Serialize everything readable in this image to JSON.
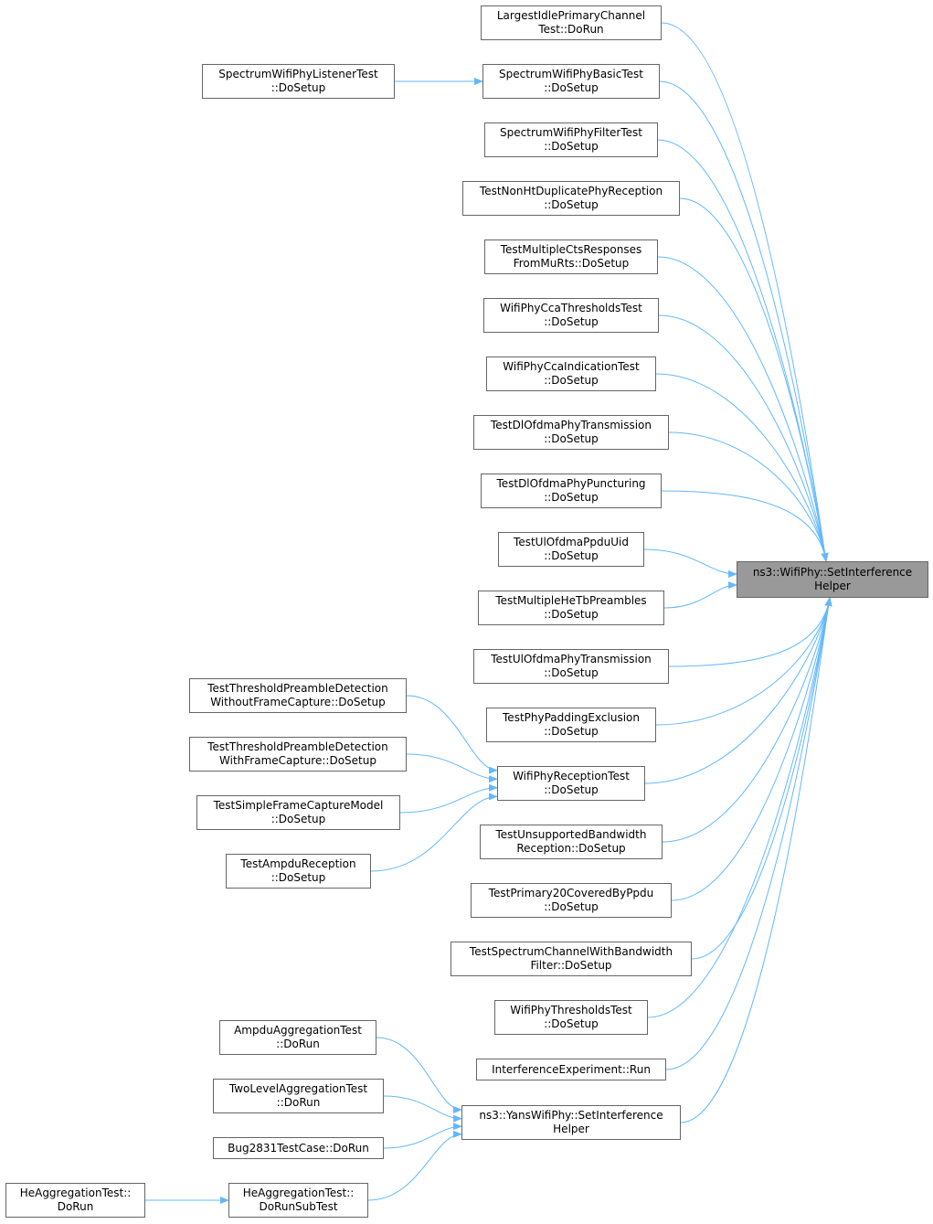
{
  "colors": {
    "edge": "#63b8ff",
    "node_border": "#666666",
    "root_fill": "#999999"
  },
  "nodes": [
    {
      "id": "root",
      "lines": [
        "ns3::WifiPhy::SetInterference",
        "Helper"
      ],
      "root": true
    },
    {
      "id": "n1",
      "lines": [
        "LargestIdlePrimaryChannel",
        "Test::DoRun"
      ]
    },
    {
      "id": "n2",
      "lines": [
        "SpectrumWifiPhyBasicTest",
        "::DoSetup"
      ]
    },
    {
      "id": "n3",
      "lines": [
        "SpectrumWifiPhyListenerTest",
        "::DoSetup"
      ]
    },
    {
      "id": "n4",
      "lines": [
        "SpectrumWifiPhyFilterTest",
        "::DoSetup"
      ]
    },
    {
      "id": "n5",
      "lines": [
        "TestNonHtDuplicatePhyReception",
        "::DoSetup"
      ]
    },
    {
      "id": "n6",
      "lines": [
        "TestMultipleCtsResponses",
        "FromMuRts::DoSetup"
      ]
    },
    {
      "id": "n7",
      "lines": [
        "WifiPhyCcaThresholdsTest",
        "::DoSetup"
      ]
    },
    {
      "id": "n8",
      "lines": [
        "WifiPhyCcaIndicationTest",
        "::DoSetup"
      ]
    },
    {
      "id": "n9",
      "lines": [
        "TestDlOfdmaPhyTransmission",
        "::DoSetup"
      ]
    },
    {
      "id": "n10",
      "lines": [
        "TestDlOfdmaPhyPuncturing",
        "::DoSetup"
      ]
    },
    {
      "id": "n11",
      "lines": [
        "TestUlOfdmaPpduUid",
        "::DoSetup"
      ]
    },
    {
      "id": "n12",
      "lines": [
        "TestMultipleHeTbPreambles",
        "::DoSetup"
      ]
    },
    {
      "id": "n13",
      "lines": [
        "TestUlOfdmaPhyTransmission",
        "::DoSetup"
      ]
    },
    {
      "id": "n14",
      "lines": [
        "TestPhyPaddingExclusion",
        "::DoSetup"
      ]
    },
    {
      "id": "n15",
      "lines": [
        "WifiPhyReceptionTest",
        "::DoSetup"
      ]
    },
    {
      "id": "n16",
      "lines": [
        "TestThresholdPreambleDetection",
        "WithoutFrameCapture::DoSetup"
      ]
    },
    {
      "id": "n17",
      "lines": [
        "TestThresholdPreambleDetection",
        "WithFrameCapture::DoSetup"
      ]
    },
    {
      "id": "n18",
      "lines": [
        "TestSimpleFrameCaptureModel",
        "::DoSetup"
      ]
    },
    {
      "id": "n19",
      "lines": [
        "TestAmpduReception",
        "::DoSetup"
      ]
    },
    {
      "id": "n20",
      "lines": [
        "TestUnsupportedBandwidth",
        "Reception::DoSetup"
      ]
    },
    {
      "id": "n21",
      "lines": [
        "TestPrimary20CoveredByPpdu",
        "::DoSetup"
      ]
    },
    {
      "id": "n22",
      "lines": [
        "TestSpectrumChannelWithBandwidth",
        "Filter::DoSetup"
      ]
    },
    {
      "id": "n23",
      "lines": [
        "WifiPhyThresholdsTest",
        "::DoSetup"
      ]
    },
    {
      "id": "n24",
      "lines": [
        "InterferenceExperiment::Run"
      ]
    },
    {
      "id": "n25",
      "lines": [
        "ns3::YansWifiPhy::SetInterference",
        "Helper"
      ]
    },
    {
      "id": "n26",
      "lines": [
        "AmpduAggregationTest",
        "::DoRun"
      ]
    },
    {
      "id": "n27",
      "lines": [
        "TwoLevelAggregationTest",
        "::DoRun"
      ]
    },
    {
      "id": "n28",
      "lines": [
        "Bug2831TestCase::DoRun"
      ]
    },
    {
      "id": "n29",
      "lines": [
        "HeAggregationTest::",
        "DoRunSubTest"
      ]
    },
    {
      "id": "n30",
      "lines": [
        "HeAggregationTest::",
        "DoRun"
      ]
    }
  ],
  "edges": [
    [
      "n1",
      "root"
    ],
    [
      "n2",
      "root"
    ],
    [
      "n3",
      "n2"
    ],
    [
      "n4",
      "root"
    ],
    [
      "n5",
      "root"
    ],
    [
      "n6",
      "root"
    ],
    [
      "n7",
      "root"
    ],
    [
      "n8",
      "root"
    ],
    [
      "n9",
      "root"
    ],
    [
      "n10",
      "root"
    ],
    [
      "n11",
      "root"
    ],
    [
      "n12",
      "root"
    ],
    [
      "n13",
      "root"
    ],
    [
      "n14",
      "root"
    ],
    [
      "n15",
      "root"
    ],
    [
      "n16",
      "n15"
    ],
    [
      "n17",
      "n15"
    ],
    [
      "n18",
      "n15"
    ],
    [
      "n19",
      "n15"
    ],
    [
      "n20",
      "root"
    ],
    [
      "n21",
      "root"
    ],
    [
      "n22",
      "root"
    ],
    [
      "n23",
      "root"
    ],
    [
      "n24",
      "root"
    ],
    [
      "n25",
      "root"
    ],
    [
      "n26",
      "n25"
    ],
    [
      "n27",
      "n25"
    ],
    [
      "n28",
      "n25"
    ],
    [
      "n29",
      "n25"
    ],
    [
      "n30",
      "n29"
    ]
  ]
}
